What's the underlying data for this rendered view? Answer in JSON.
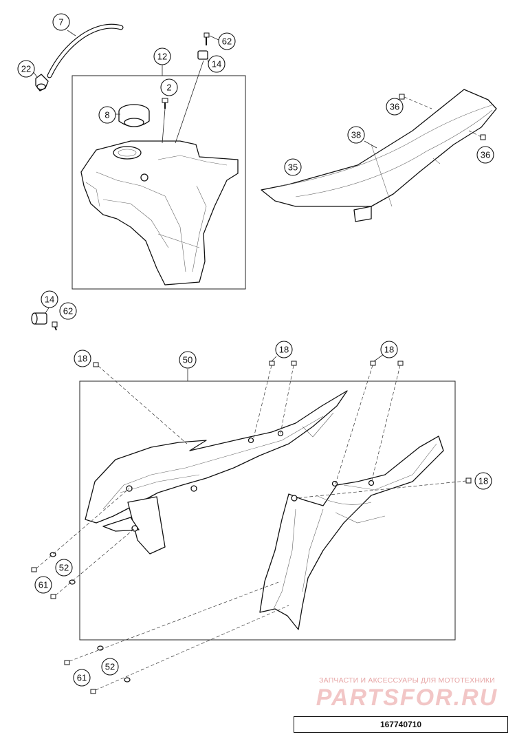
{
  "labels": {
    "p7": "7",
    "p22": "22",
    "p12": "12",
    "p62a": "62",
    "p14a": "14",
    "p2": "2",
    "p8": "8",
    "p36a": "36",
    "p36b": "36",
    "p38": "38",
    "p35": "35",
    "p14b": "14",
    "p62b": "62",
    "p18a": "18",
    "p50": "50",
    "p18b": "18",
    "p18c": "18",
    "p18d": "18",
    "p52a": "52",
    "p61a": "61",
    "p52b": "52",
    "p61b": "61"
  },
  "watermark": {
    "tagline": "ЗАПЧАСТИ И АКСЕССУАРЫ ДЛЯ МОТОТЕХНИКИ",
    "logo": "PARTSFOR.RU"
  },
  "diagram_code": "167740710"
}
